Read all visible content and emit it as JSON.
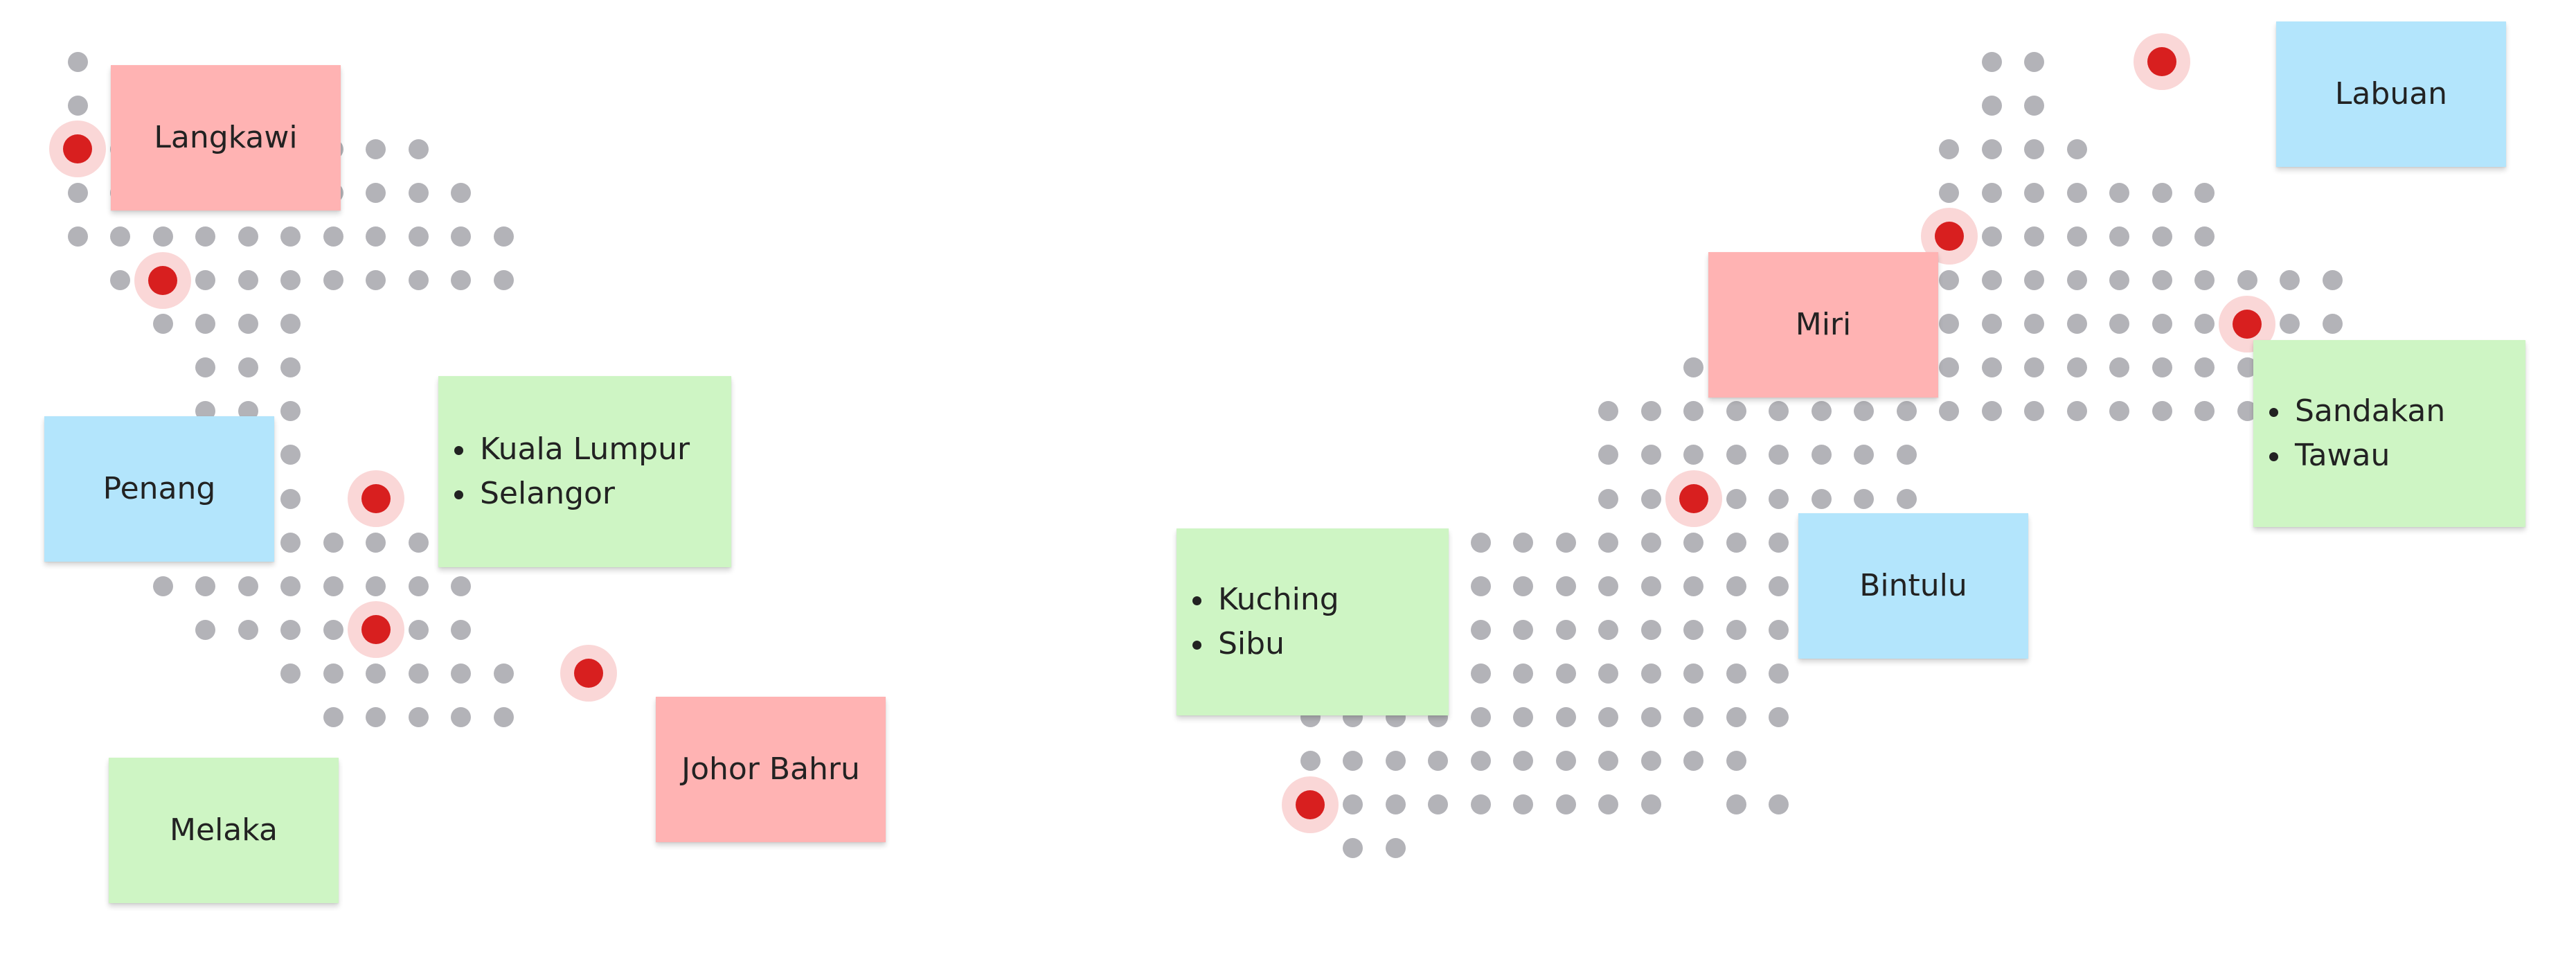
{
  "colors": {
    "background": "#ffffff",
    "dot": "#b3b3b8",
    "pin": "#d81f1f",
    "pin_halo": "#e73636",
    "note_pink": "#ffb3b3",
    "note_blue": "#b3e5fc",
    "note_green": "#cef5c4"
  },
  "icons": {
    "pin": "map-pin-marker-icon",
    "dot": "grid-dot"
  },
  "notes": [
    {
      "id": "langkawi",
      "label": "Langkawi",
      "color": "note_pink"
    },
    {
      "id": "penang",
      "label": "Penang",
      "color": "note_blue"
    },
    {
      "id": "kl-selangor",
      "items": [
        "Kuala Lumpur",
        "Selangor"
      ],
      "color": "note_green"
    },
    {
      "id": "melaka",
      "label": "Melaka",
      "color": "note_green"
    },
    {
      "id": "johor-bahru",
      "label": "Johor Bahru",
      "color": "note_pink"
    },
    {
      "id": "kuching-sibu",
      "items": [
        "Kuching",
        "Sibu"
      ],
      "color": "note_green"
    },
    {
      "id": "miri",
      "label": "Miri",
      "color": "note_pink"
    },
    {
      "id": "bintulu",
      "label": "Bintulu",
      "color": "note_blue"
    },
    {
      "id": "labuan",
      "label": "Labuan",
      "color": "note_blue"
    },
    {
      "id": "sandakan-tawau",
      "items": [
        "Sandakan",
        "Tawau"
      ],
      "color": "note_green"
    }
  ]
}
